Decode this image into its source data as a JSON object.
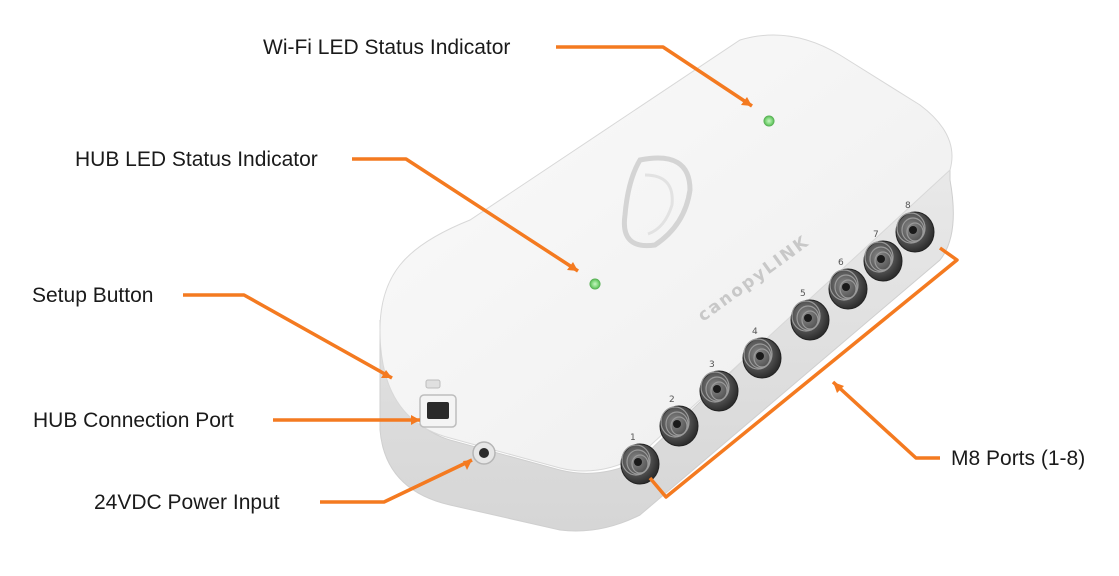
{
  "callouts": {
    "wifi_led": "Wi-Fi LED Status Indicator",
    "hub_led": "HUB LED Status Indicator",
    "setup_button": "Setup Button",
    "hub_port": "HUB Connection Port",
    "power_input": "24VDC Power Input",
    "m8_ports": "M8 Ports (1-8)"
  },
  "device": {
    "brand": "canopyLINK",
    "port_numbers": [
      "1",
      "2",
      "3",
      "4",
      "5",
      "6",
      "7",
      "8"
    ]
  },
  "colors": {
    "callout_line": "#f47a20",
    "led": "#7ed77a",
    "body": "#f2f2f2"
  }
}
